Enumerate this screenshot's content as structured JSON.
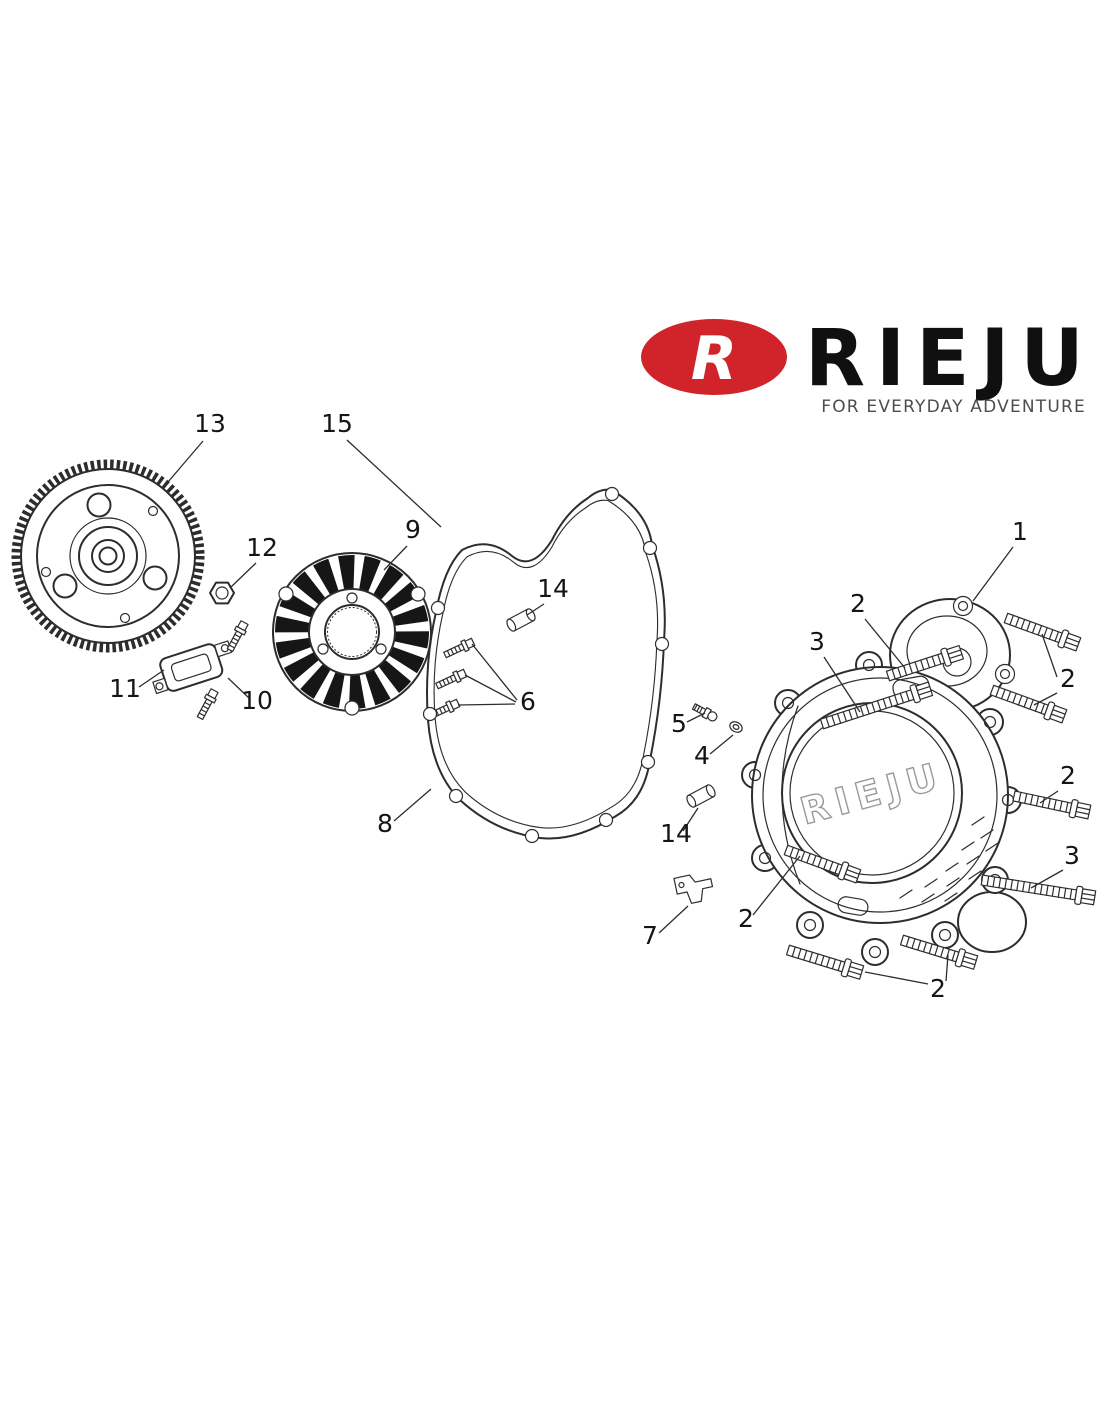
{
  "logo": {
    "badge_letter": "R",
    "brand": "RIEJU",
    "tagline": "FOR EVERYDAY ADVENTURE",
    "brand_color": "#d0232a"
  },
  "cover": {
    "embossed_text": "RIEJU"
  },
  "callouts": {
    "c1": "1",
    "c2a": "2",
    "c2b": "2",
    "c2c": "2",
    "c2d": "2",
    "c2e": "2",
    "c3a": "3",
    "c3b": "3",
    "c4": "4",
    "c5": "5",
    "c6": "6",
    "c7": "7",
    "c8": "8",
    "c9": "9",
    "c10": "10",
    "c11": "11",
    "c12": "12",
    "c13": "13",
    "c14a": "14",
    "c14b": "14",
    "c15": "15"
  }
}
